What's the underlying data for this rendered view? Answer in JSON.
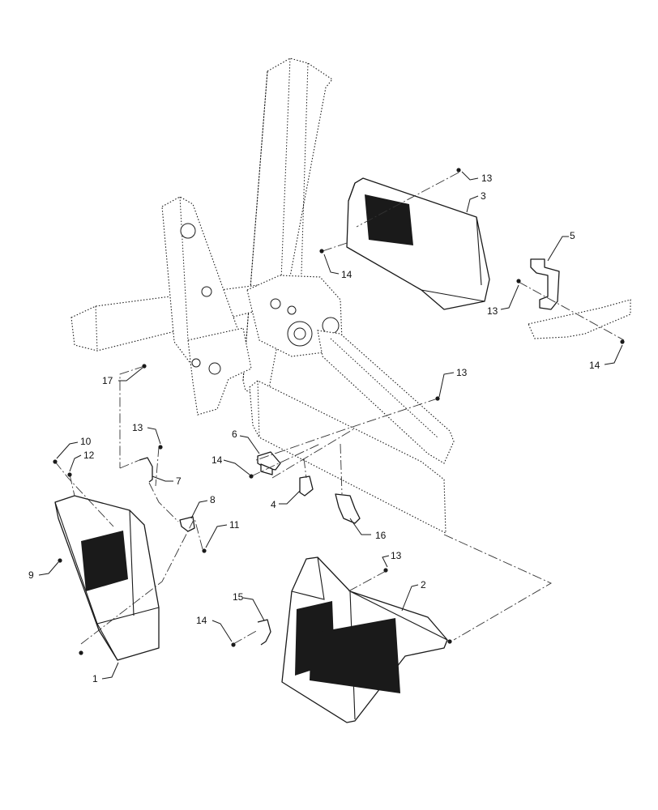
{
  "diagram": {
    "callouts": [
      {
        "id": "c13a",
        "label": "13"
      },
      {
        "id": "c3",
        "label": "3"
      },
      {
        "id": "c5",
        "label": "5"
      },
      {
        "id": "c14a",
        "label": "14"
      },
      {
        "id": "c13b",
        "label": "13"
      },
      {
        "id": "c14b",
        "label": "14"
      },
      {
        "id": "c17",
        "label": "17"
      },
      {
        "id": "c13c",
        "label": "13"
      },
      {
        "id": "c13d",
        "label": "13"
      },
      {
        "id": "c6",
        "label": "6"
      },
      {
        "id": "c10",
        "label": "10"
      },
      {
        "id": "c12",
        "label": "12"
      },
      {
        "id": "c14c",
        "label": "14"
      },
      {
        "id": "c7",
        "label": "7"
      },
      {
        "id": "c4",
        "label": "4"
      },
      {
        "id": "c8",
        "label": "8"
      },
      {
        "id": "c16",
        "label": "16"
      },
      {
        "id": "c11",
        "label": "11"
      },
      {
        "id": "c9",
        "label": "9"
      },
      {
        "id": "c13e",
        "label": "13"
      },
      {
        "id": "c2",
        "label": "2"
      },
      {
        "id": "c15",
        "label": "15"
      },
      {
        "id": "c14d",
        "label": "14"
      },
      {
        "id": "c1",
        "label": "1"
      }
    ]
  }
}
